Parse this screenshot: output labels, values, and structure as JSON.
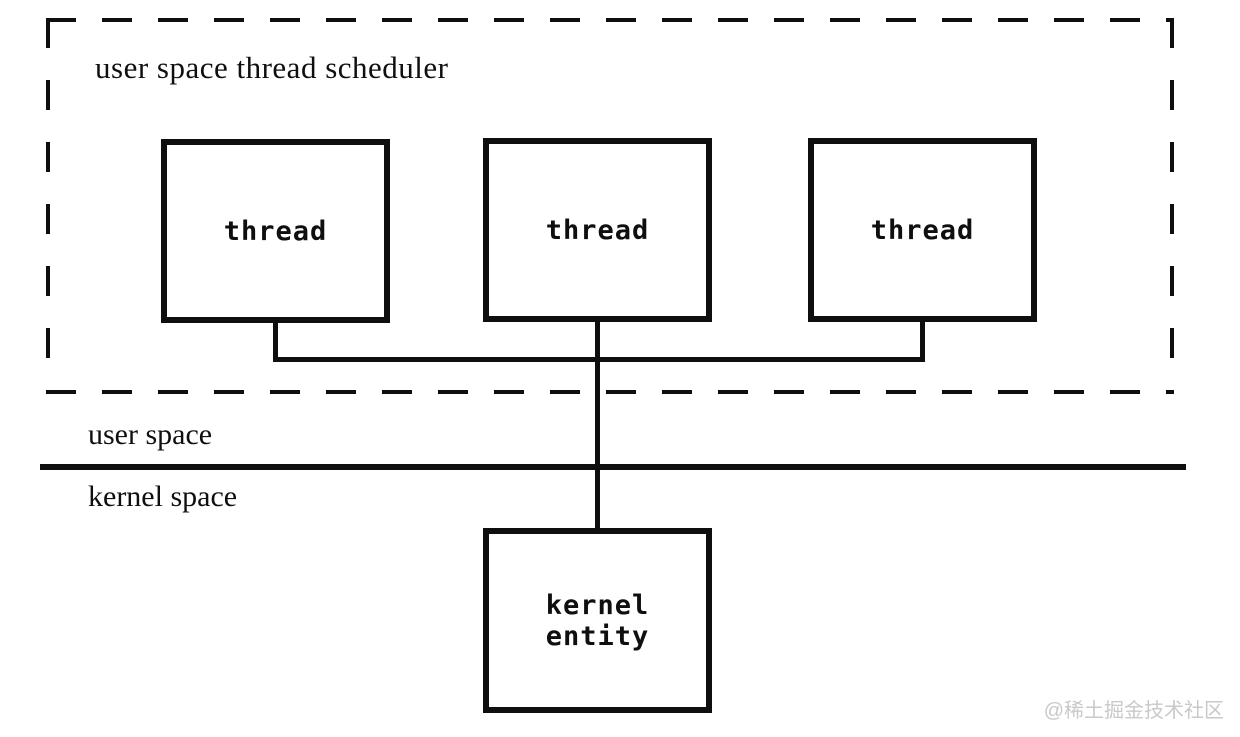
{
  "diagram": {
    "scheduler_group": {
      "title": "user space thread scheduler",
      "threads": [
        {
          "label": "thread"
        },
        {
          "label": "thread"
        },
        {
          "label": "thread"
        }
      ]
    },
    "regions": {
      "user_space_label": "user space",
      "kernel_space_label": "kernel space"
    },
    "kernel_entity": {
      "label": "kernel\nentity"
    },
    "watermark": "@稀土掘金技术社区",
    "colors": {
      "line": "#0f0f0f",
      "background": "#ffffff",
      "watermark_text": "#c9c9c9"
    }
  }
}
